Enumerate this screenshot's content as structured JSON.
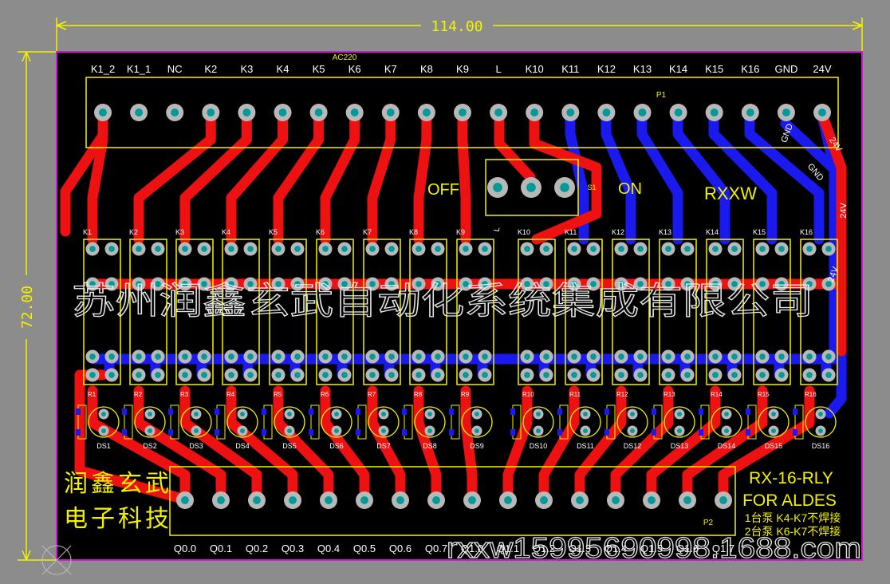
{
  "dimensions": {
    "width_label": "114.00",
    "height_label": "72.00"
  },
  "colors": {
    "background": "#8c8c8c",
    "board": "#000000",
    "board_outline": "#d01cd0",
    "silkscreen": "#f2f200",
    "top_copper": "#ee1111",
    "bottom_copper": "#1a1aee",
    "pad": "#b8b8b8",
    "drill": "#009a9a",
    "dimension": "#f2f200",
    "watermark": "#e8e8e8"
  },
  "top_connector": {
    "designator": "P1",
    "ac_label": "AC220",
    "pins": [
      "K1_2",
      "K1_1",
      "NC",
      "K2",
      "K3",
      "K4",
      "K5",
      "K6",
      "K7",
      "K8",
      "K9",
      "L",
      "K10",
      "K11",
      "K12",
      "K13",
      "K14",
      "K15",
      "K16",
      "GND",
      "24V"
    ]
  },
  "switch": {
    "designator": "S1",
    "off_label": "OFF",
    "on_label": "ON",
    "brand": "RXXW"
  },
  "relays": [
    "K1",
    "K2",
    "K3",
    "K4",
    "K5",
    "K6",
    "K7",
    "K8",
    "K9",
    "K10",
    "K11",
    "K12",
    "K13",
    "K14",
    "K15",
    "K16"
  ],
  "leds": [
    "DS1",
    "DS2",
    "DS3",
    "DS4",
    "DS5",
    "DS6",
    "DS7",
    "DS8",
    "DS9",
    "DS10",
    "DS11",
    "DS12",
    "DS13",
    "DS14",
    "DS15",
    "DS16"
  ],
  "trace_labels": {
    "gnd": "GND",
    "v24": "24V",
    "l": "L"
  },
  "company_logo": {
    "line1": "润鑫玄武",
    "line2": "电子科技"
  },
  "watermark_company": "苏州润鑫玄武自动化系统集成有限公司",
  "watermark_url": "rxxw15995690998.1688.com",
  "product": {
    "model": "RX-16-RLY",
    "subtitle": "FOR ALDES",
    "note1": "1台泵 K4-K7不焊接",
    "note2": "2台泵 K6-K7不焊接"
  },
  "bottom_connector": {
    "designator": "P2",
    "pins": [
      "Q0.0",
      "Q0.1",
      "Q0.2",
      "Q0.3",
      "Q0.4",
      "Q0.5",
      "Q0.6",
      "Q0.7",
      "Q1.0",
      "Q1.1",
      "Q1.2",
      "Q1.3",
      "Q1.4",
      "Q1.5",
      "Q1.6",
      "Q1.7"
    ]
  }
}
